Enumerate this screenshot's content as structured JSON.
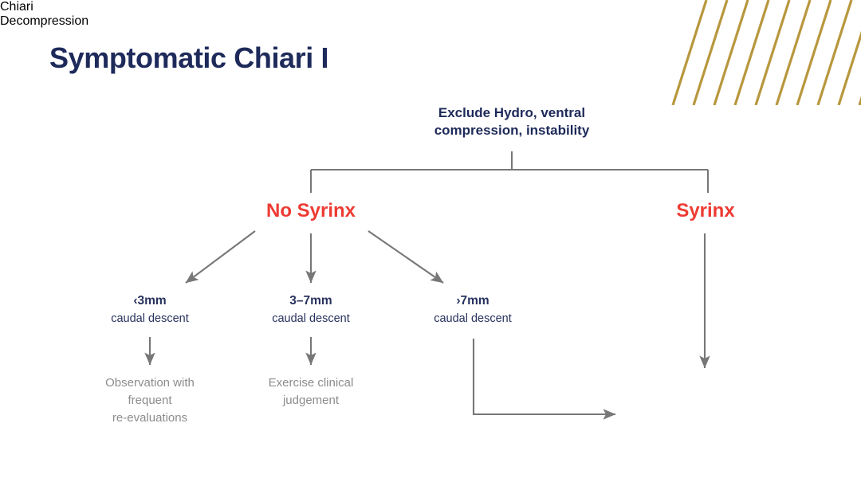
{
  "title": "Symptomatic Chiari I",
  "theme": {
    "navy": "#1E2A5A",
    "red": "#ED3B33",
    "gold": "#B8973E",
    "gray_text": "#8C8C8C",
    "connector": "#777777",
    "background": "#FFFFFF"
  },
  "decoration": {
    "stripes_name": "diagonal-gold-stripes",
    "stripe_count": 10,
    "stripe_color": "#B8973E"
  },
  "chart_data": {
    "type": "diagram",
    "title": "Symptomatic Chiari I",
    "diagram_kind": "clinical decision flowchart",
    "nodes": [
      {
        "id": "root",
        "label": "Exclude Hydro, ventral compression, instability",
        "lines": [
          "Exclude Hydro, ventral",
          "compression, instability"
        ],
        "role": "root",
        "color": "#1E2A5A"
      },
      {
        "id": "no_syrinx",
        "label": "No Syrinx",
        "lines": [
          "No Syrinx"
        ],
        "role": "branch",
        "color": "#ED3B33"
      },
      {
        "id": "syrinx",
        "label": "Syrinx",
        "lines": [
          "Syrinx"
        ],
        "role": "branch",
        "color": "#ED3B33"
      },
      {
        "id": "lt3",
        "label": "<3mm caudal descent",
        "head": "‹3mm",
        "sub": "caudal descent",
        "role": "criterion",
        "color": "#28325E"
      },
      {
        "id": "mid",
        "label": "3–7mm caudal descent",
        "head": "3–7mm",
        "sub": "caudal descent",
        "role": "criterion",
        "color": "#28325E"
      },
      {
        "id": "gt7",
        "label": ">7mm caudal descent",
        "head": "›7mm",
        "sub": "caudal descent",
        "role": "criterion",
        "color": "#28325E"
      },
      {
        "id": "observe",
        "label": "Observation with frequent re-evaluations",
        "lines": [
          "Observation with",
          "frequent",
          "re-evaluations"
        ],
        "role": "outcome",
        "color": "#8C8C8C"
      },
      {
        "id": "judgement",
        "label": "Exercise clinical judgement",
        "lines": [
          "Exercise clinical",
          "judgement"
        ],
        "role": "outcome",
        "color": "#8C8C8C"
      },
      {
        "id": "decompress",
        "label": "Chiari Decompression",
        "lines": [
          "Chiari",
          "Decompression"
        ],
        "role": "outcome-primary",
        "color": "#B8973E"
      }
    ],
    "edges": [
      {
        "from": "root",
        "to": "no_syrinx",
        "style": "elbow",
        "arrow": false
      },
      {
        "from": "root",
        "to": "syrinx",
        "style": "elbow",
        "arrow": false
      },
      {
        "from": "no_syrinx",
        "to": "lt3",
        "style": "diagonal",
        "arrow": true
      },
      {
        "from": "no_syrinx",
        "to": "mid",
        "style": "straight",
        "arrow": true
      },
      {
        "from": "no_syrinx",
        "to": "gt7",
        "style": "diagonal",
        "arrow": true
      },
      {
        "from": "lt3",
        "to": "observe",
        "style": "straight",
        "arrow": true
      },
      {
        "from": "mid",
        "to": "judgement",
        "style": "straight",
        "arrow": true
      },
      {
        "from": "gt7",
        "to": "decompress",
        "style": "elbow",
        "arrow": true
      },
      {
        "from": "syrinx",
        "to": "decompress",
        "style": "straight",
        "arrow": true
      }
    ]
  },
  "root": {
    "line1": "Exclude Hydro, ventral",
    "line2": "compression, instability"
  },
  "branches": {
    "left": "No Syrinx",
    "right": "Syrinx"
  },
  "criteria": [
    {
      "head": "‹3mm",
      "sub": "caudal descent"
    },
    {
      "head": "3–7mm",
      "sub": "caudal descent"
    },
    {
      "head": "›7mm",
      "sub": "caudal descent"
    }
  ],
  "outcomes": {
    "observation": {
      "line1": "Observation with",
      "line2": "frequent",
      "line3": "re-evaluations"
    },
    "judgement": {
      "line1": "Exercise clinical",
      "line2": "judgement"
    },
    "decompression": {
      "line1": "Chiari",
      "line2": "Decompression"
    }
  }
}
